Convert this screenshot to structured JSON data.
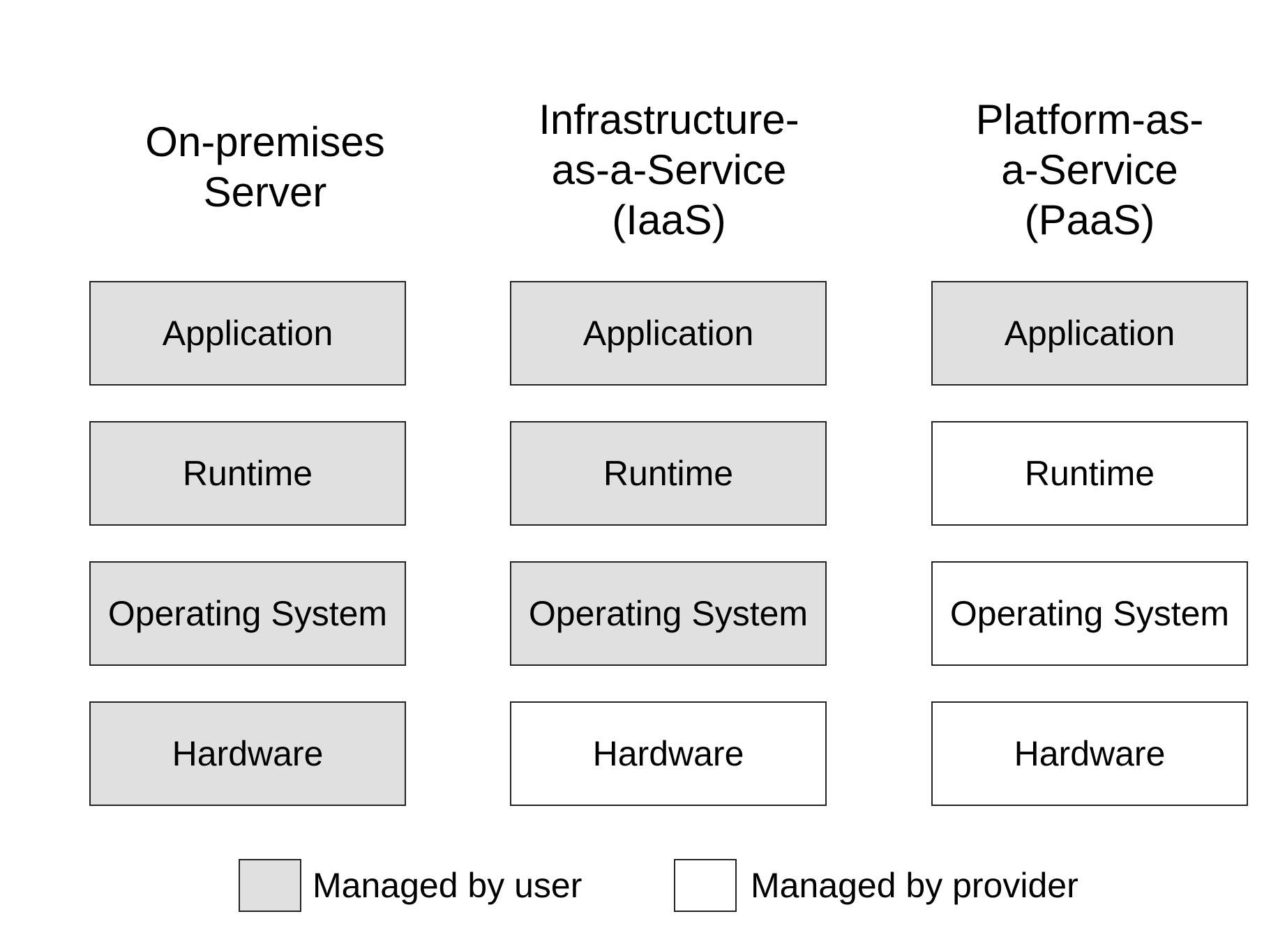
{
  "colors": {
    "managed_by_user": "#e0e0e0",
    "managed_by_provider": "#ffffff",
    "border": "#222222"
  },
  "columns": [
    {
      "title": "On-premises\nServer",
      "layers": [
        {
          "label": "Application",
          "managed_by": "user"
        },
        {
          "label": "Runtime",
          "managed_by": "user"
        },
        {
          "label": "Operating System",
          "managed_by": "user"
        },
        {
          "label": "Hardware",
          "managed_by": "user"
        }
      ]
    },
    {
      "title": "Infrastructure-\nas-a-Service\n(IaaS)",
      "layers": [
        {
          "label": "Application",
          "managed_by": "user"
        },
        {
          "label": "Runtime",
          "managed_by": "user"
        },
        {
          "label": "Operating System",
          "managed_by": "user"
        },
        {
          "label": "Hardware",
          "managed_by": "provider"
        }
      ]
    },
    {
      "title": "Platform-as-\na-Service\n(PaaS)",
      "layers": [
        {
          "label": "Application",
          "managed_by": "user"
        },
        {
          "label": "Runtime",
          "managed_by": "provider"
        },
        {
          "label": "Operating System",
          "managed_by": "provider"
        },
        {
          "label": "Hardware",
          "managed_by": "provider"
        }
      ]
    }
  ],
  "legend": {
    "user_label": "Managed by user",
    "provider_label": "Managed by provider"
  }
}
